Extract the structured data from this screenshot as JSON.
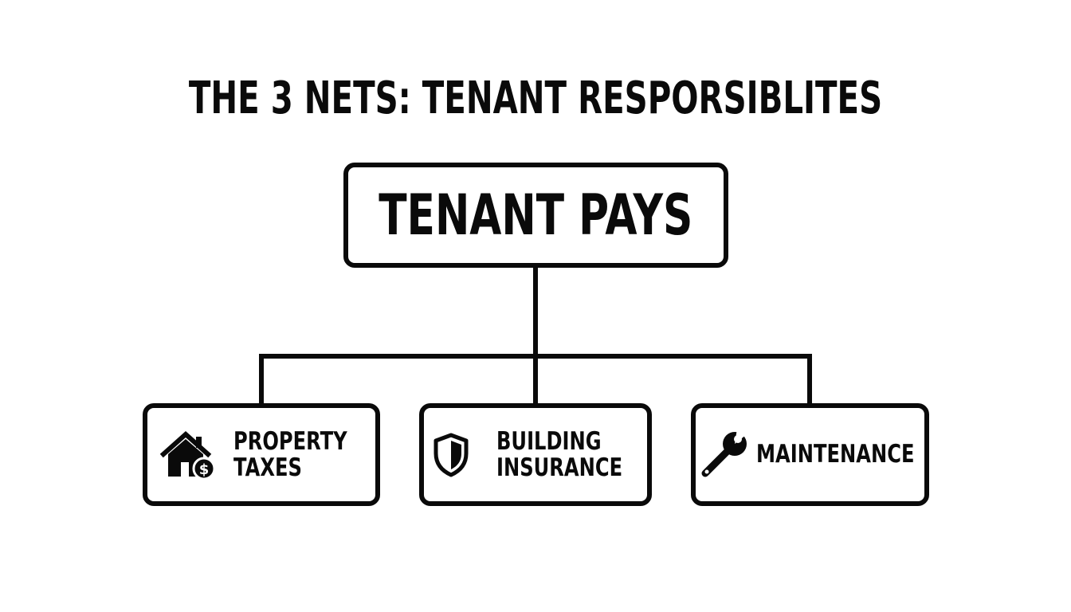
{
  "title": "THE 3 NETS: TENANT RESPORSIBLITES",
  "root": {
    "label": "TENANT PAYS"
  },
  "children": [
    {
      "label": "PROPERTY\nTAXES",
      "icon": "house-dollar-icon"
    },
    {
      "label": "BUILDING\nINSURANCE",
      "icon": "shield-icon"
    },
    {
      "label": "MAINTENANCE",
      "icon": "wrench-icon"
    }
  ],
  "colors": {
    "ink": "#0a0a0a",
    "background": "#ffffff"
  }
}
